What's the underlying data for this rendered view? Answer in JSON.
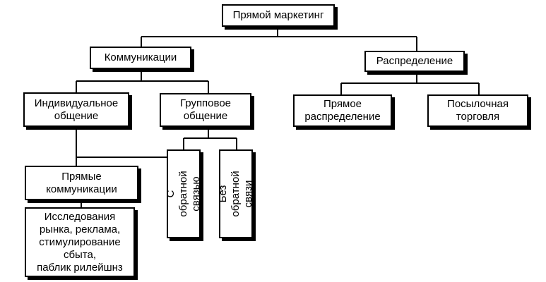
{
  "root": {
    "label": "Прямой маркетинг"
  },
  "communications": {
    "label": "Коммуникации"
  },
  "distribution": {
    "label": "Распределение"
  },
  "individual": {
    "label": "Индивидуальное\nобщение"
  },
  "group": {
    "label": "Групповое\nобщение"
  },
  "direct_distribution": {
    "label": "Прямое\nраспределение"
  },
  "mail_order": {
    "label": "Посылочная\nторговля"
  },
  "direct_communications": {
    "label": "Прямые\nкоммуникации"
  },
  "with_feedback": {
    "label": "С обратной\nсвязью"
  },
  "without_feedback": {
    "label": "Без обратной\nсвязи"
  },
  "activities": {
    "label": "Исследования\nрынка, реклама,\nстимулирование\nсбыта,\nпаблик рилейшнз"
  }
}
